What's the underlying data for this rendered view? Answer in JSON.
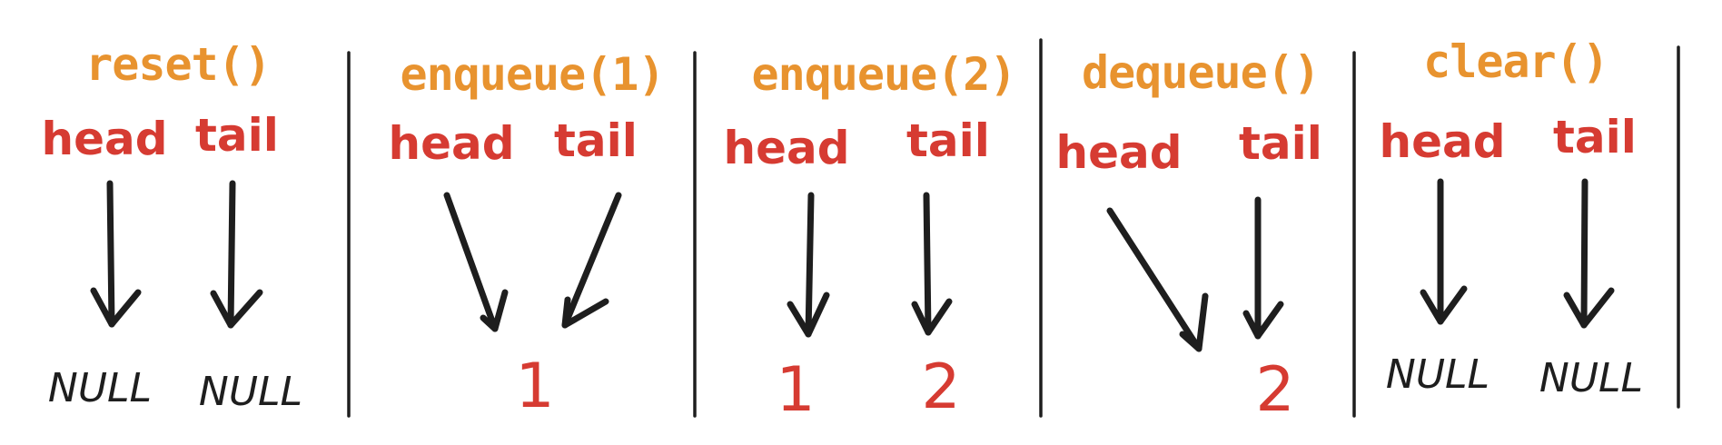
{
  "colors": {
    "operation": "#e8932f",
    "pointer_label": "#d63b32",
    "node_value": "#d63b32",
    "null_text": "#1e1e1e",
    "arrow": "#1e1e1e",
    "divider": "#1e1e1e",
    "background": "#ffffff"
  },
  "panels": [
    {
      "operation": "reset()",
      "head_label": "head",
      "tail_label": "tail",
      "head_target": "NULL",
      "tail_target": "NULL",
      "nodes": []
    },
    {
      "operation": "enqueue(1)",
      "head_label": "head",
      "tail_label": "tail",
      "head_target": "",
      "tail_target": "",
      "nodes": [
        "1"
      ]
    },
    {
      "operation": "enqueue(2)",
      "head_label": "head",
      "tail_label": "tail",
      "head_target": "",
      "tail_target": "",
      "nodes": [
        "1",
        "2"
      ]
    },
    {
      "operation": "dequeue()",
      "head_label": "head",
      "tail_label": "tail",
      "head_target": "",
      "tail_target": "",
      "nodes": [
        "2"
      ]
    },
    {
      "operation": "clear()",
      "head_label": "head",
      "tail_label": "tail",
      "head_target": "NULL",
      "tail_target": "NULL",
      "nodes": []
    }
  ]
}
